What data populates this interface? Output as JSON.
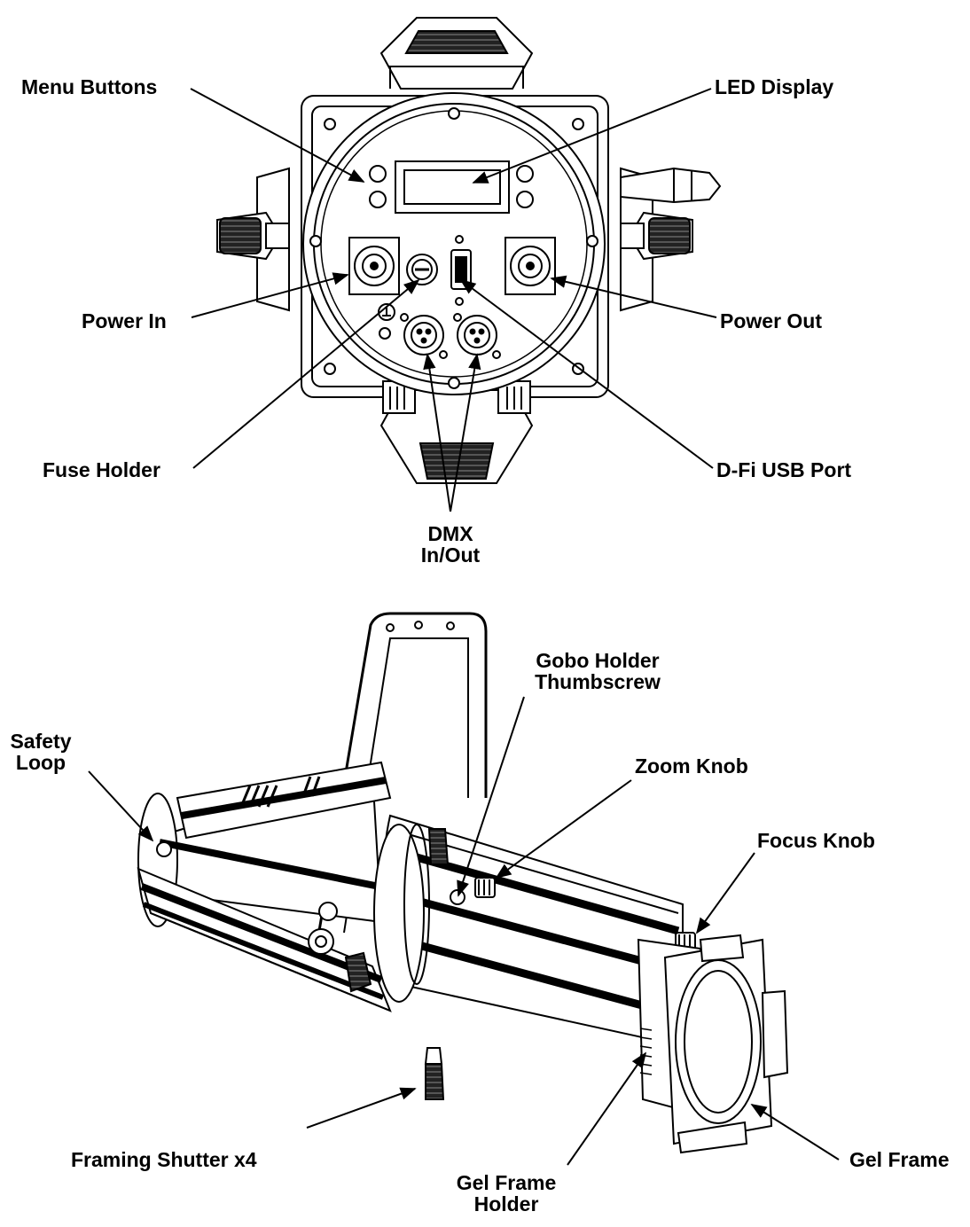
{
  "labels": {
    "menu_buttons": "Menu Buttons",
    "led_display": "LED Display",
    "power_in": "Power In",
    "power_out": "Power Out",
    "fuse_holder": "Fuse Holder",
    "dfi_usb_port": "D-Fi USB Port",
    "dmx_line1": "DMX",
    "dmx_line2": "In/Out",
    "gobo_line1": "Gobo Holder",
    "gobo_line2": "Thumbscrew",
    "safety_line1": "Safety",
    "safety_line2": "Loop",
    "zoom_knob": "Zoom Knob",
    "focus_knob": "Focus Knob",
    "framing_shutter": "Framing Shutter x4",
    "gel_frame": "Gel Frame",
    "gel_holder_line1": "Gel Frame",
    "gel_holder_line2": "Holder"
  },
  "colors": {
    "line": "#000000",
    "body": "#ffffff",
    "shade": "#d9d9d9",
    "dark": "#1a1a1a"
  }
}
